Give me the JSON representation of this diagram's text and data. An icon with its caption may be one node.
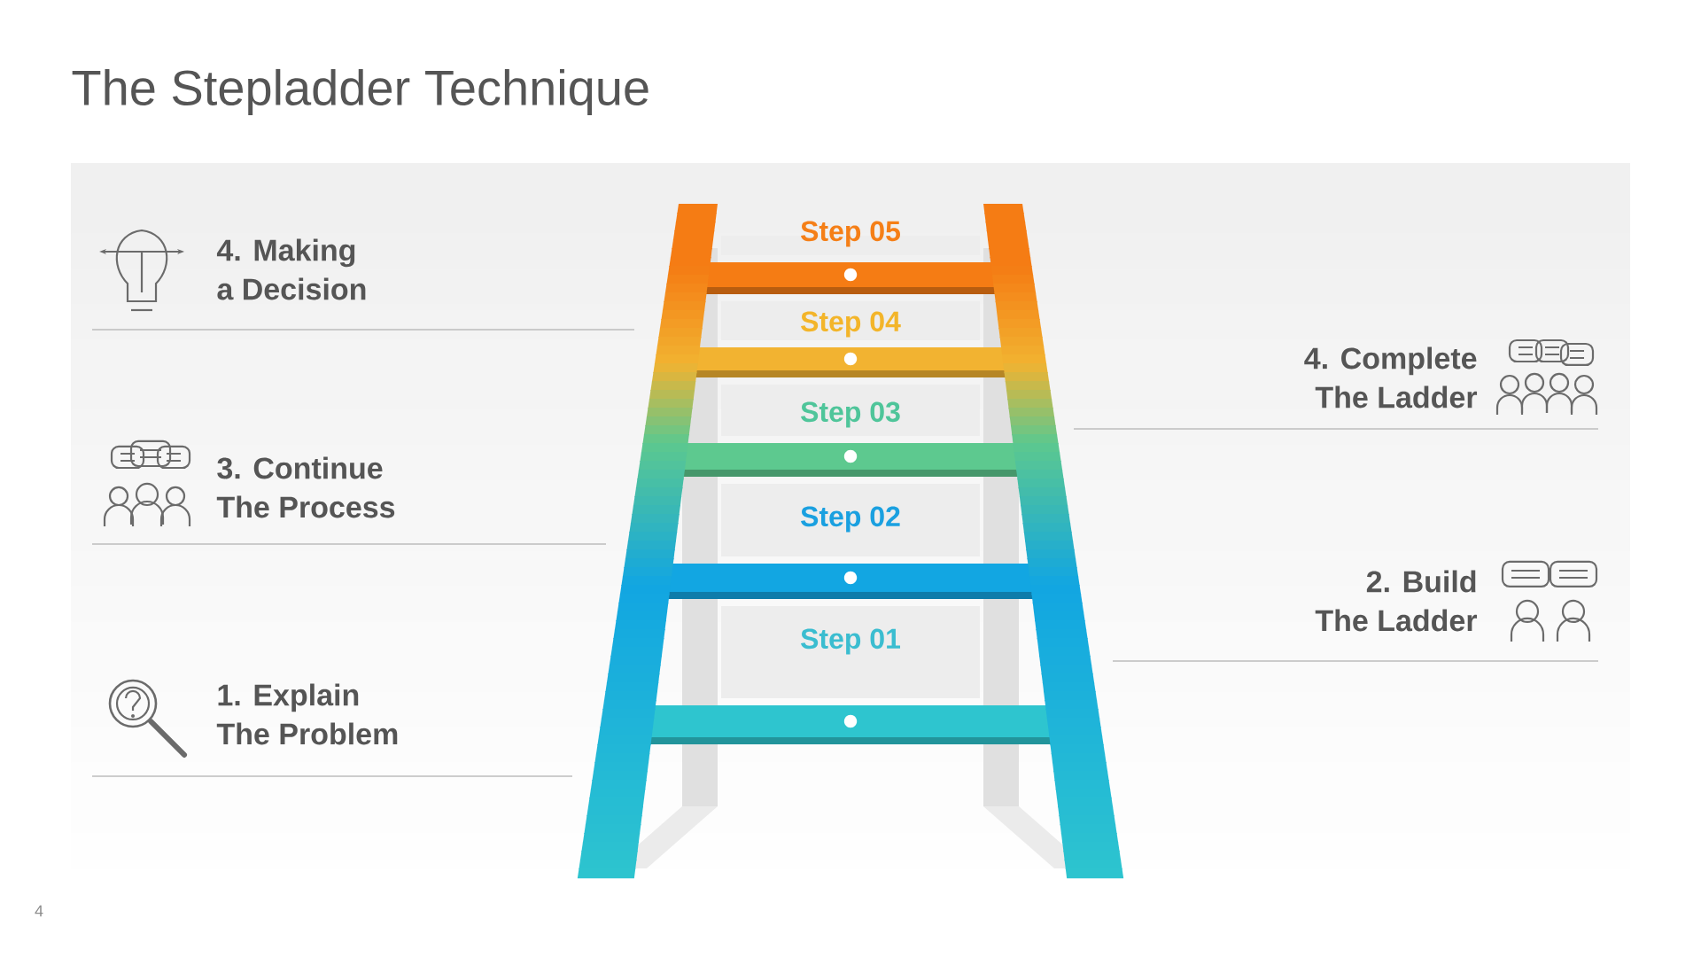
{
  "diagram": {
    "title": "The Stepladder Technique",
    "labels": [
      "4. Making a Decision",
      "Step 05",
      "Step 04",
      "4. Complete The Ladder",
      "Step 03",
      "3. Continue The Process",
      "Step 02",
      "2. Build The Ladder",
      "Step 01",
      "1. Explain The Problem",
      "4"
    ]
  }
}
